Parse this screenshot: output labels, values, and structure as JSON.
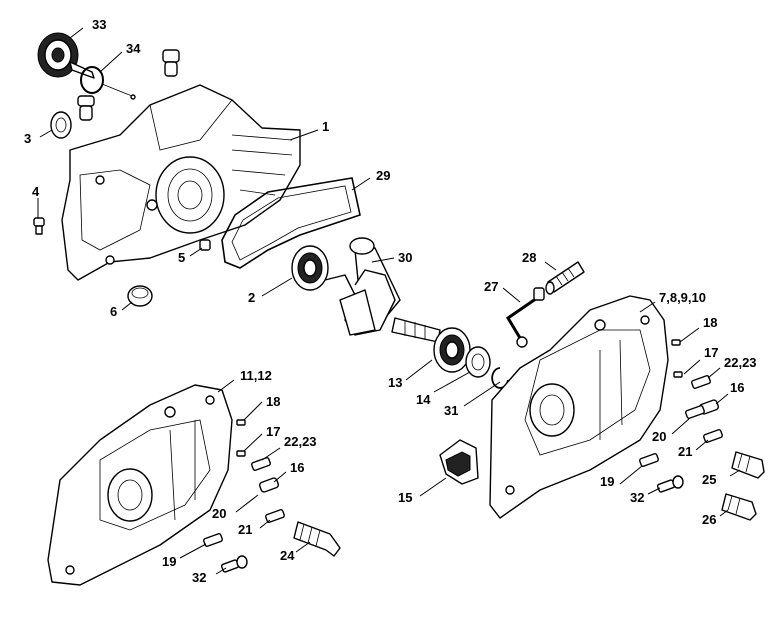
{
  "callouts": {
    "c33": "33",
    "c34": "34",
    "c3": "3",
    "c1": "1",
    "c4": "4",
    "c29": "29",
    "c5": "5",
    "c30": "30",
    "c2": "2",
    "c6": "6",
    "c28": "28",
    "c27": "27",
    "c7": "7,8,9,10",
    "c18a": "18",
    "c17a": "17",
    "c2223a": "22,23",
    "c16a": "16",
    "c1112": "11,12",
    "c13": "13",
    "c14": "14",
    "c31": "31",
    "c18b": "18",
    "c17b": "17",
    "c2223b": "22,23",
    "c16b": "16",
    "c20a": "20",
    "c21a": "21",
    "c20b": "20",
    "c21b": "21",
    "c19a": "19",
    "c25": "25",
    "c15": "15",
    "c32a": "32",
    "c26": "26",
    "c24": "24",
    "c19b": "19",
    "c32b": "32"
  }
}
